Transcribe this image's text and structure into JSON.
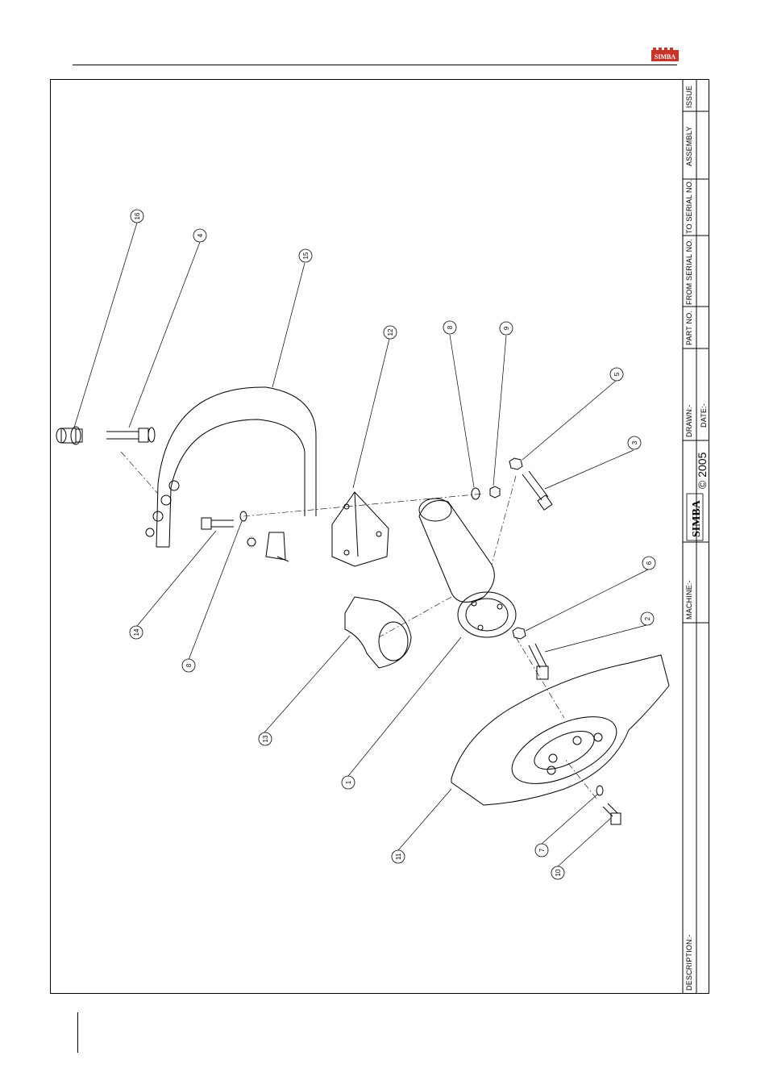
{
  "header": {
    "logo_text": "SIMBA"
  },
  "title_block": {
    "issue_label": "ISSUE",
    "assembly_label": "ASSEMBLY",
    "to_serial_label": "TO SERIAL NO.",
    "from_serial_label": "FROM SERIAL NO.",
    "part_no_label": "PART NO.",
    "drawn_label": "DRAWN:-",
    "date_label": "DATE:-",
    "copyright_text": "© 2005",
    "brand_text": "SIMBA",
    "machine_label": "MACHINE:-",
    "description_label": "DESCRIPTION:-"
  },
  "diagram": {
    "callouts": [
      "16",
      "4",
      "15",
      "12",
      "8",
      "9",
      "5",
      "3",
      "6",
      "2",
      "14",
      "8",
      "13",
      "1",
      "11",
      "7",
      "10"
    ]
  },
  "colors": {
    "line": "#000000",
    "logo_red": "#c8342a",
    "paper": "#ffffff"
  }
}
